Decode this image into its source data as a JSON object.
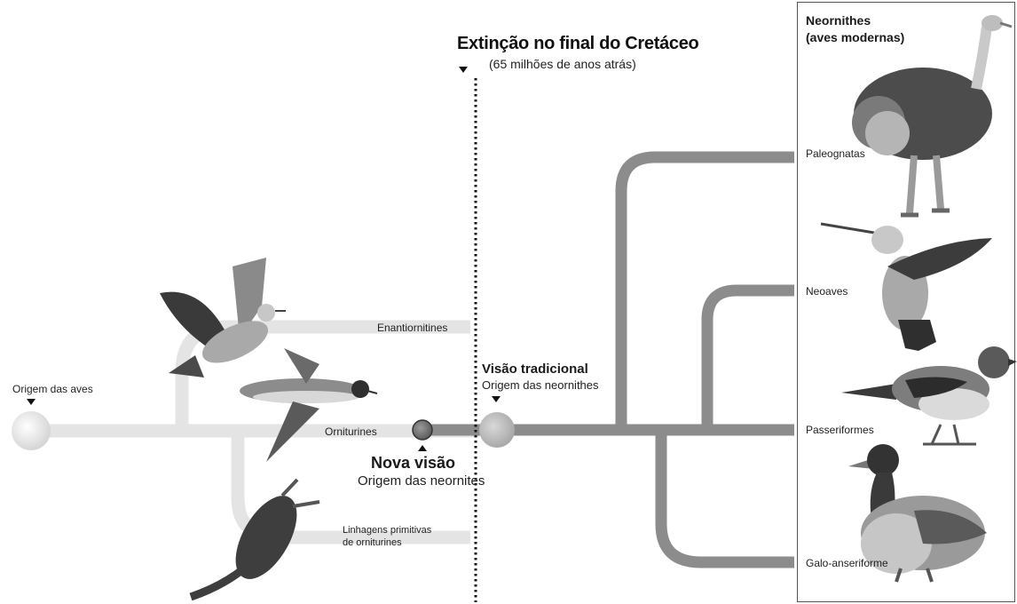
{
  "extinction": {
    "title": "Extinção no final do Cretáceo",
    "subtitle": "(65 milhões de anos atrás)"
  },
  "origin_birds": {
    "label": "Origem das aves"
  },
  "lineages": {
    "enantiornitines": "Enantiornitines",
    "orniturines": "Orniturines",
    "primitive_line1": "Linhagens primitivas",
    "primitive_line2": "de orniturines"
  },
  "new_view": {
    "title": "Nova visão",
    "subtitle": "Origem das neornites"
  },
  "traditional_view": {
    "title": "Visão tradicional",
    "subtitle": "Origem das neornithes"
  },
  "panel": {
    "title_line1": "Neornithes",
    "title_line2": "(aves modernas)"
  },
  "groups": {
    "paleognatas": "Paleognatas",
    "neoaves": "Neoaves",
    "passeriformes": "Passeriformes",
    "galo": "Galo-anseriforme"
  },
  "colors": {
    "modern_branch": "#8c8c8c",
    "ancient_branch": "#e3e3e3",
    "node_fill": "#d9d9d9",
    "dotted_line": "#111111"
  },
  "icons": [
    "ostrich-illustration",
    "hummingbird-illustration",
    "sparrow-illustration",
    "duck-illustration",
    "flying-bird-illustration",
    "diving-bird-illustration",
    "aquatic-bird-illustration"
  ]
}
